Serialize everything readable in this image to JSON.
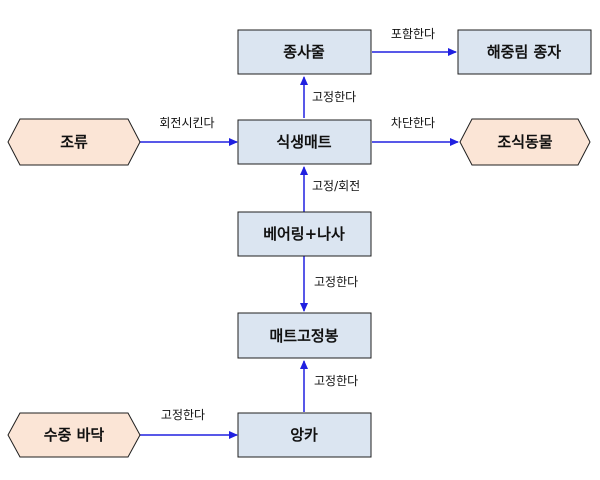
{
  "colors": {
    "box_fill": "#dbe5f1",
    "box_stroke": "#1f1f1f",
    "hex_fill": "#fbe5d6",
    "hex_stroke": "#1f1f1f",
    "arrow": "#2020e0"
  },
  "nodes": {
    "rope": "종사줄",
    "seeds": "해중림 종자",
    "algae": "조류",
    "mat": "식생매트",
    "herbivores": "조식동물",
    "bearing": "베어링+나사",
    "rod": "매트고정봉",
    "seabed": "수중 바닥",
    "anchor": "앙카"
  },
  "edges": {
    "rope_seeds": "포함한다",
    "mat_rope": "고정한다",
    "algae_mat": "회전시킨다",
    "mat_herbivores": "차단한다",
    "bearing_mat": "고정/회전",
    "bearing_rod": "고정한다",
    "anchor_rod": "고정한다",
    "seabed_anchor": "고정한다"
  }
}
